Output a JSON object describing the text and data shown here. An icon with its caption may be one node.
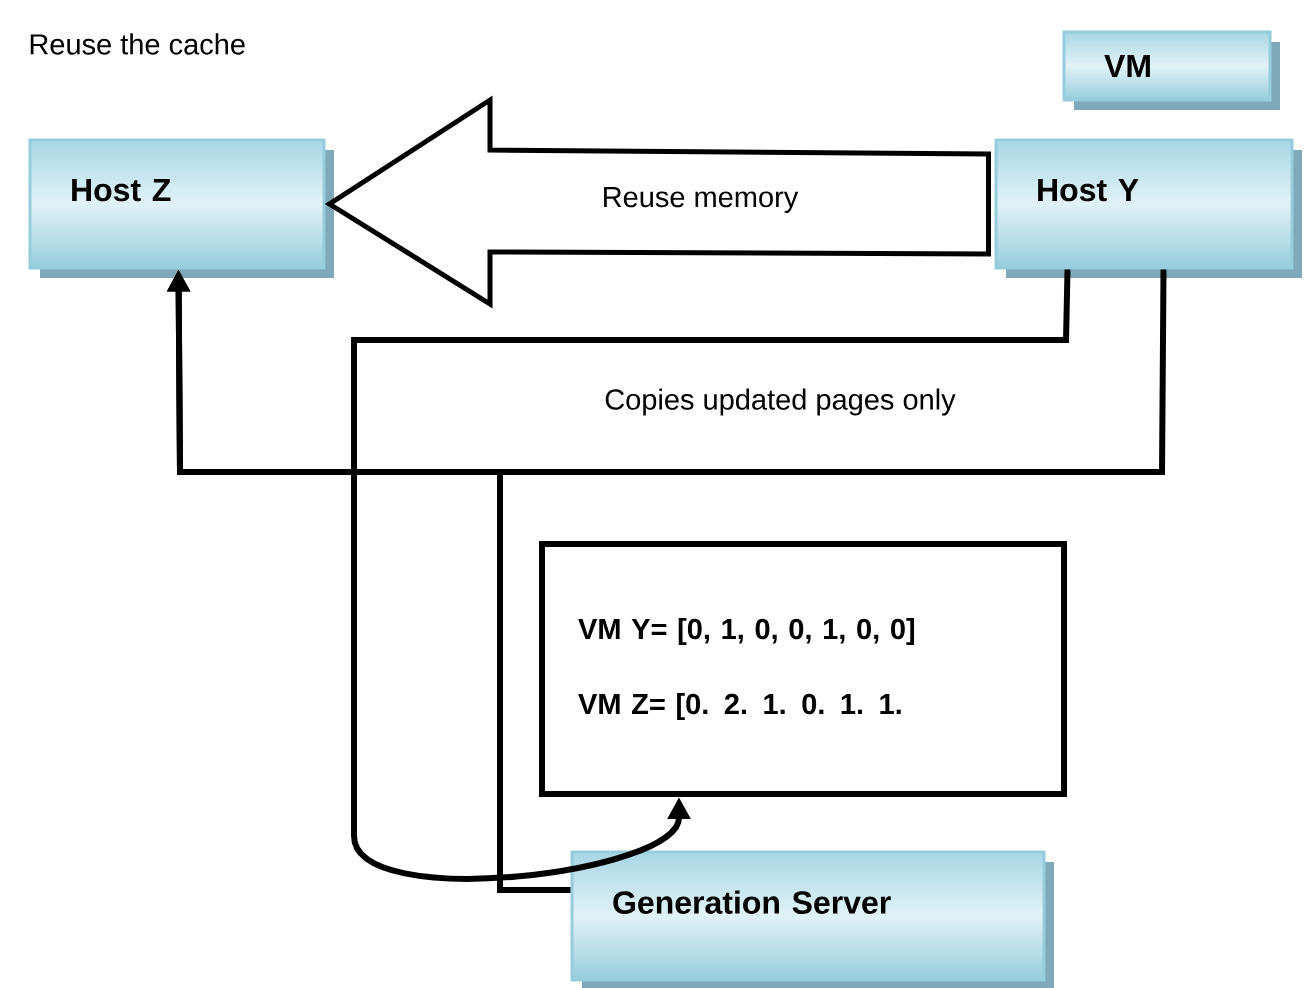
{
  "diagram": {
    "nodes": [
      {
        "text": [
          "Host Z"
        ]
      },
      {
        "text": [
          "Host Y"
        ]
      },
      {
        "text": [
          "VM"
        ]
      },
      {
        "text": [
          "VM Y= [0, 1, 0, 0, 1, 0, 0]",
          "VM Z= [0. 2. 1. 0. 1. 1."
        ]
      },
      {
        "text": [
          "Generation Server"
        ]
      }
    ],
    "edges": [
      {
        "from": 1,
        "to": 0,
        "arrow": "to",
        "label": "Reuse memory",
        "style": "thick"
      },
      {
        "from": 1,
        "to": 0,
        "arrow": "to",
        "label": "Copies updated pages only"
      },
      {
        "from": 4,
        "to": 0,
        "arrow": "to"
      },
      {
        "from": 1,
        "to": 3,
        "arrow": "to"
      }
    ],
    "labels": [
      "Reuse the cache"
    ]
  }
}
